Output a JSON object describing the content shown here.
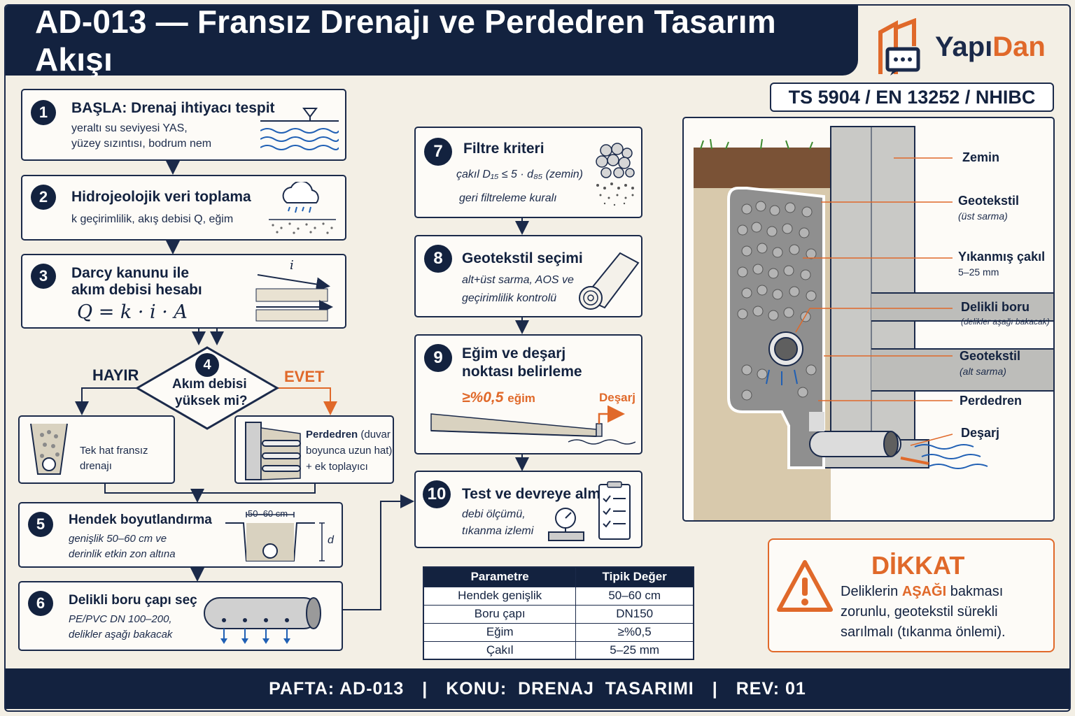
{
  "title": "AD-013 — Fransız Drenajı ve Perdedren Tasarım Akışı",
  "logo": {
    "part1": "Yapı",
    "part2": "Dan"
  },
  "standards": "TS 5904 / EN 13252 / NHIBC",
  "steps": [
    {
      "num": "1",
      "title": "BAŞLA: Drenaj ihtiyacı tespit",
      "line1": "yeraltı su seviyesi YAS,",
      "line2": "yüzey sızıntısı, bodrum nem"
    },
    {
      "num": "2",
      "title": "Hidrojeolojik veri toplama",
      "line1": "k geçirimlilik, akış debisi Q, eğim"
    },
    {
      "num": "3",
      "title1": "Darcy kanunu ile",
      "title2": "akım debisi hesabı",
      "formula": "Q = k · i · A",
      "i_label": "i"
    },
    {
      "num": "4",
      "q1": "Akım debisi",
      "q2": "yüksek mi?",
      "no": "HAYIR",
      "yes": "EVET"
    },
    {
      "num": "5",
      "title": "Hendek boyutlandırma",
      "line1": "genişlik 50–60 cm ve",
      "line2": "derinlik etkin zon altına",
      "dim_w": "50–60 cm",
      "dim_d": "d"
    },
    {
      "num": "6",
      "title": "Delikli boru çapı seç",
      "line1": "PE/PVC DN 100–200,",
      "line2": "delikler aşağı bakacak"
    },
    {
      "num": "7",
      "title": "Filtre kriteri",
      "formula": "çakıl D₁₅ ≤ 5 · d₈₅ (zemin)",
      "line1": "geri filtreleme kuralı"
    },
    {
      "num": "8",
      "title": "Geotekstil seçimi",
      "line1": "alt+üst sarma, AOS ve",
      "line2": "geçirimlilik kontrolü"
    },
    {
      "num": "9",
      "title1": "Eğim ve deşarj",
      "title2": "noktası belirleme",
      "slope": "≥%0,5",
      "slope_word": "eğim",
      "discharge": "Deşarj"
    },
    {
      "num": "10",
      "title": "Test ve devreye alma",
      "line1": "debi ölçümü,",
      "line2": "tıkanma izlemi"
    }
  ],
  "branches": {
    "no_text": "Tek hat fransız drenajı",
    "yes_title": "Perdedren",
    "yes_rest1": " (duvar",
    "yes_rest2": "boyunca uzun hat)",
    "yes_rest3": "+ ek toplayıcı"
  },
  "section_labels": [
    {
      "name": "Zemin",
      "sub": ""
    },
    {
      "name": "Geotekstil",
      "sub": "(üst sarma)"
    },
    {
      "name": "Yıkanmış çakıl",
      "sub": "5–25 mm"
    },
    {
      "name": "Delikli boru",
      "sub": "(delikler aşağı bakacak)"
    },
    {
      "name": "Geotekstil",
      "sub": "(alt sarma)"
    },
    {
      "name": "Perdedren",
      "sub": ""
    },
    {
      "name": "Deşarj",
      "sub": ""
    }
  ],
  "table": {
    "headers": [
      "Parametre",
      "Tipik Değer"
    ],
    "rows": [
      [
        "Hendek genişlik",
        "50–60 cm"
      ],
      [
        "Boru çapı",
        "DN150"
      ],
      [
        "Eğim",
        "≥%0,5"
      ],
      [
        "Çakıl",
        "5–25 mm"
      ]
    ]
  },
  "warning": {
    "title": "DİKKAT",
    "pre": "Deliklerin ",
    "highlight": "AŞAĞI",
    "post": " bakması zorunlu, geotekstil sürekli sarılmalı (tıkanma önlemi)."
  },
  "footer": {
    "pafta": "PAFTA: AD-013",
    "konu": "KONU:  DRENAJ  TASARIMI",
    "rev": "REV: 01",
    "sep": "|"
  },
  "colors": {
    "navy": "#13223f",
    "accent": "#e0692a",
    "paper": "#f3efe5"
  }
}
